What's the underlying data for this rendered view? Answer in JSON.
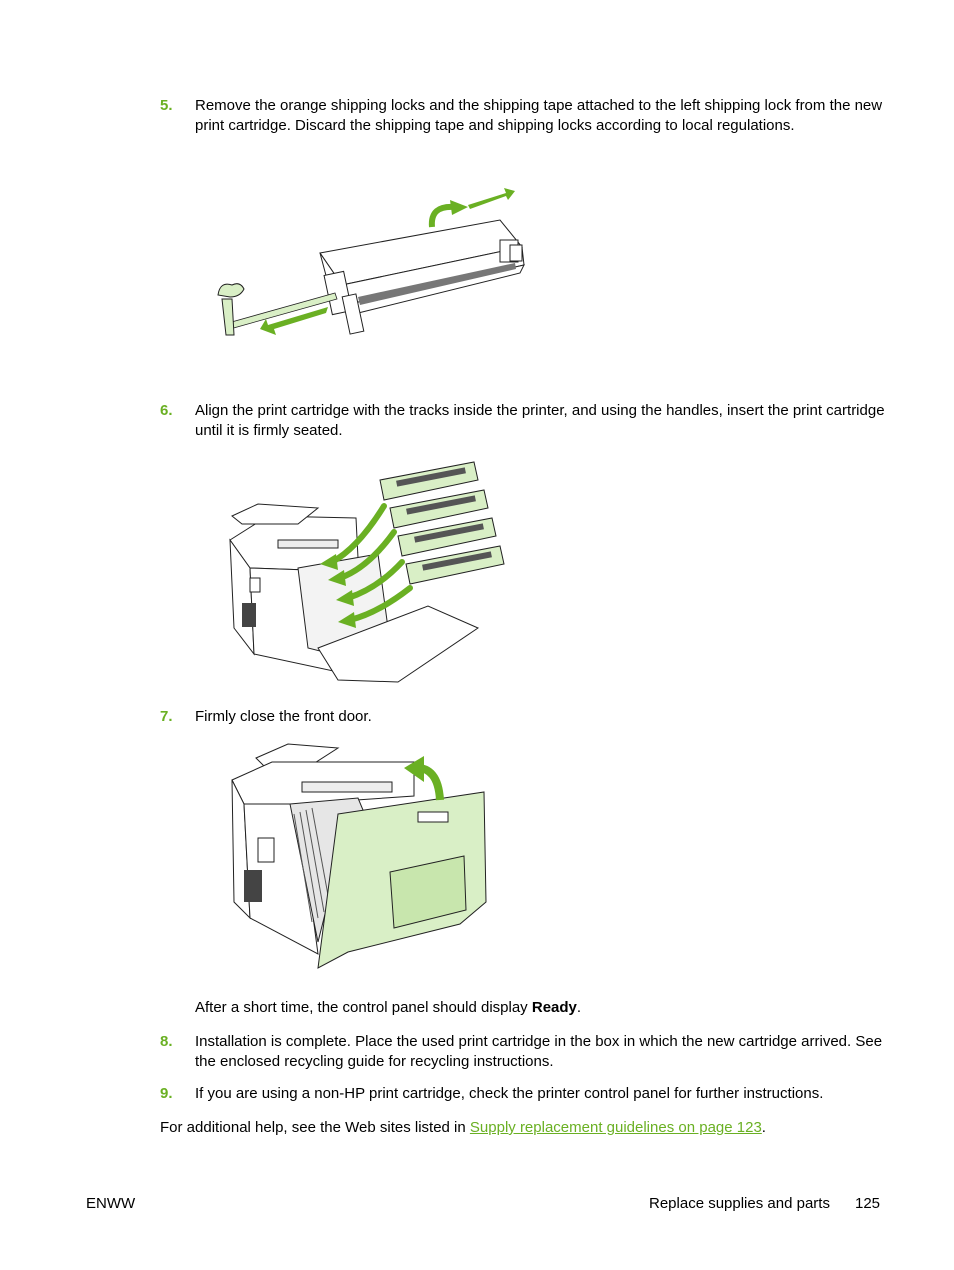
{
  "steps": [
    {
      "num": "5.",
      "text": "Remove the orange shipping locks and the shipping tape attached to the left shipping lock from the new print cartridge. Discard the shipping tape and shipping locks according to local regulations."
    },
    {
      "num": "6.",
      "text": "Align the print cartridge with the tracks inside the printer, and using the handles, insert the print cartridge until it is firmly seated."
    },
    {
      "num": "7.",
      "text": "Firmly close the front door."
    },
    {
      "num": "8.",
      "text": "Installation is complete. Place the used print cartridge in the box in which the new cartridge arrived. See the enclosed recycling guide for recycling instructions."
    },
    {
      "num": "9.",
      "text": "If you are using a non-HP print cartridge, check the printer control panel for further instructions."
    }
  ],
  "after_step7": {
    "prefix": "After a short time, the control panel should display ",
    "bold": "Ready",
    "suffix": "."
  },
  "help": {
    "prefix": "For additional help, see the Web sites listed in ",
    "link": "Supply replacement guidelines on page 123",
    "suffix": "."
  },
  "footer": {
    "left": "ENWW",
    "right": "Replace supplies and parts",
    "page": "125"
  },
  "colors": {
    "accent": "#6ab023",
    "illustration_fill": "#d9efc6"
  },
  "figures": {
    "fig1": "remove-shipping-locks-illustration",
    "fig2": "insert-cartridges-illustration",
    "fig3": "close-front-door-illustration"
  }
}
